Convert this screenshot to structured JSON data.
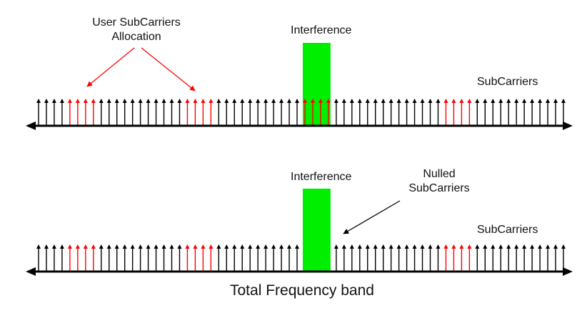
{
  "labels": {
    "user_alloc_line1": "User SubCarriers",
    "user_alloc_line2": "Allocation",
    "interference_top": "Interference",
    "interference_bottom": "Interference",
    "subcarriers_top": "SubCarriers",
    "subcarriers_bottom": "SubCarriers",
    "nulled_line1": "Nulled",
    "nulled_line2": "SubCarriers",
    "axis_label": "Total Frequency band"
  },
  "colors": {
    "normal_subcarrier": "#000000",
    "user_subcarrier": "#ff0000",
    "interference": "#00ee00",
    "axis": "#000000",
    "callout_user": "#ff0000",
    "callout_nulled": "#000000"
  },
  "subcarriers": {
    "count": 68,
    "user_allocated_indices": [
      4,
      5,
      6,
      7,
      19,
      20,
      21,
      22,
      34,
      35,
      36,
      37,
      52,
      53,
      54,
      55
    ],
    "interference_indices": [
      34,
      35,
      36,
      37
    ],
    "nulled_in_bottom_band": [
      34,
      35,
      36,
      37
    ]
  },
  "bands": [
    {
      "id": "before-nulling",
      "nulled": false
    },
    {
      "id": "after-nulling",
      "nulled": true
    }
  ]
}
